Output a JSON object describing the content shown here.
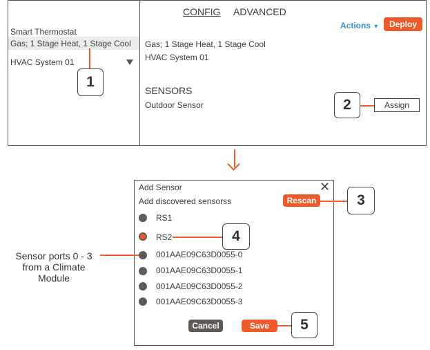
{
  "config_screen": {
    "tabs": [
      "CONFIG",
      "ADVANCED"
    ],
    "left": {
      "device_label": "Smart Thermostat",
      "selected_item": "Gas; 1 Stage Heat, 1 Stage Cool",
      "system_label": "HVAC System 01"
    },
    "right": {
      "actions_label": "Actions",
      "deploy_label": "Deploy",
      "equipment": "Gas; 1 Stage Heat, 1 Stage Cool",
      "system": "HVAC System 01",
      "sensors_heading": "SENSORS",
      "sensor_name": "Outdoor Sensor",
      "assign_label": "Assign"
    }
  },
  "dialog": {
    "title": "Add Sensor",
    "subtitle": "Add discovered sensorss",
    "rescan_label": "Rescan",
    "sensors": [
      "RS1",
      "RS2",
      "001AAE09C63D0055-0",
      "001AAE09C63D0055-1",
      "001AAE09C63D0055-2",
      "001AAE09C63D0055-3"
    ],
    "selected_sensor": "RS2",
    "cancel_label": "Cancel",
    "save_label": "Save"
  },
  "annotations": {
    "callouts": [
      "1",
      "2",
      "3",
      "4",
      "5"
    ],
    "note_line1": "Sensor ports 0 - 3",
    "note_line2": "from a Climate",
    "note_line3": "Module"
  },
  "colors": {
    "accent": "#ee5a2a",
    "link": "#3b8fd1",
    "dark_button": "#5e5a57"
  }
}
